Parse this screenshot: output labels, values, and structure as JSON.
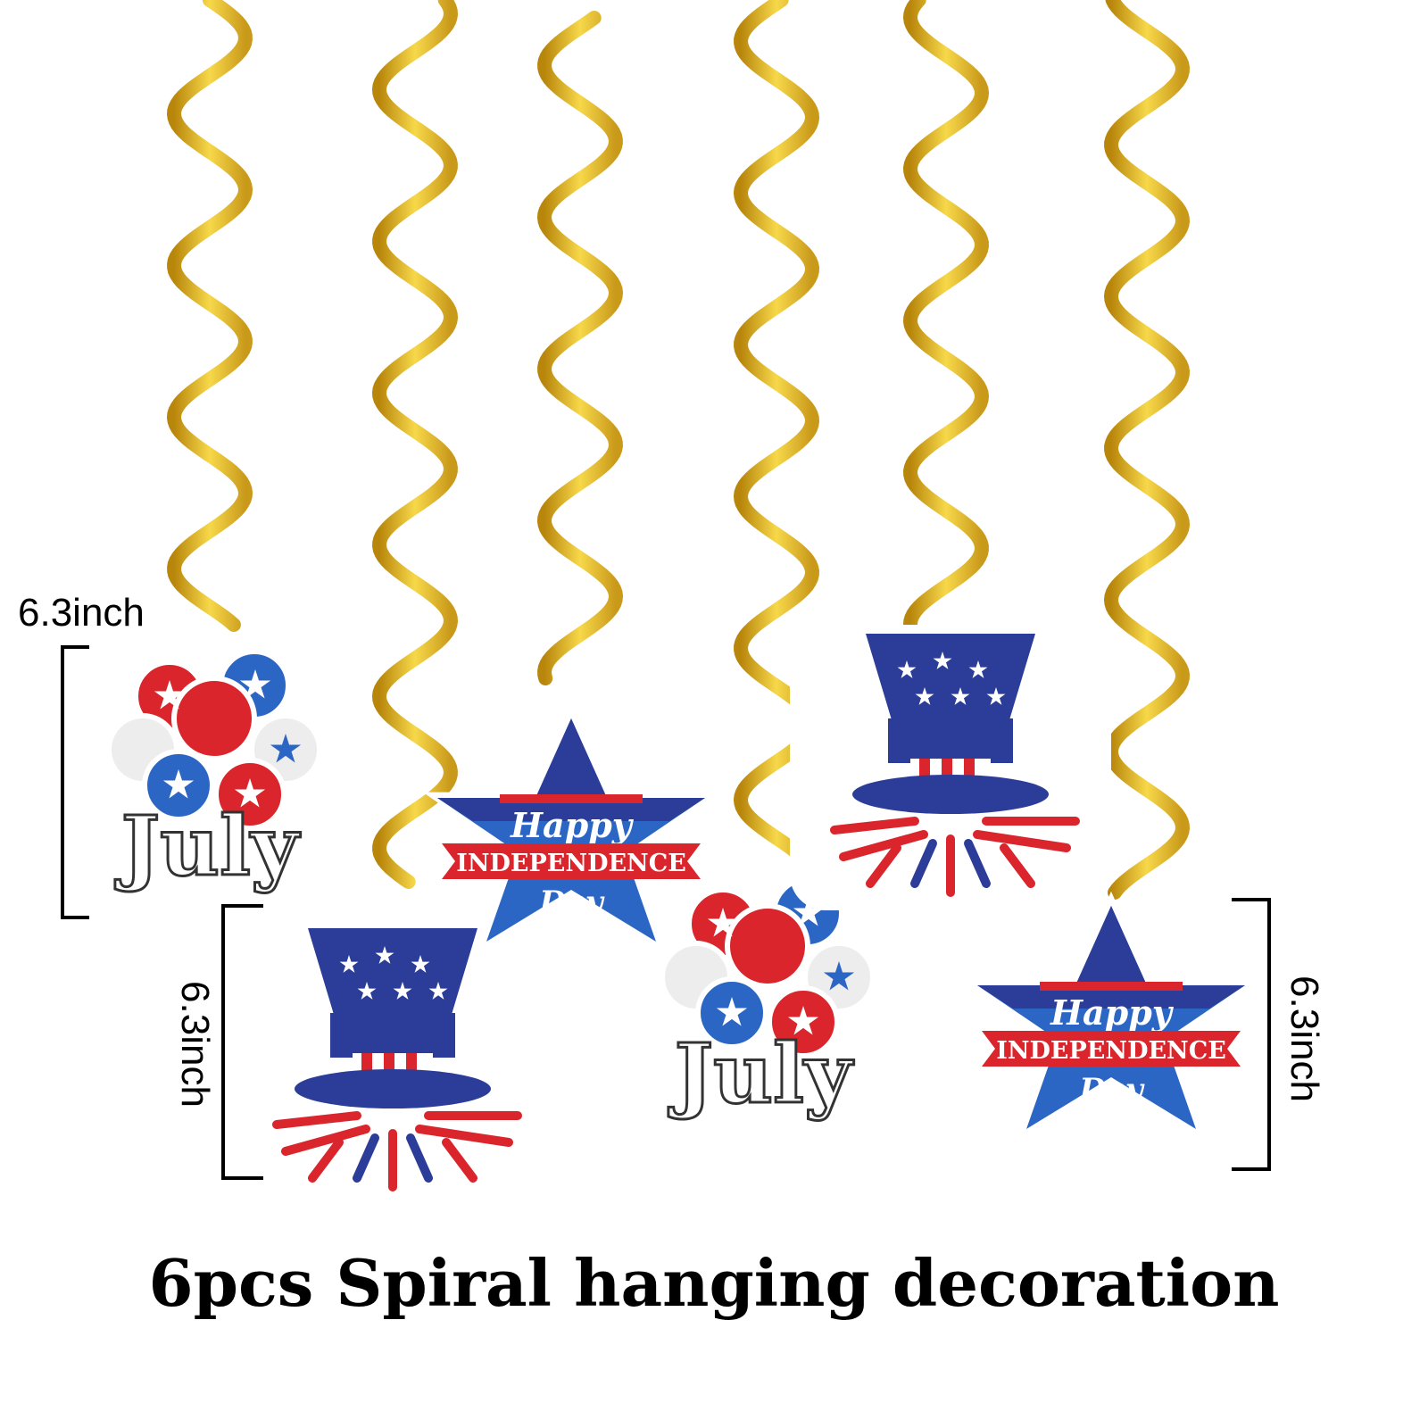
{
  "product": {
    "caption": "6pcs Spiral hanging decoration",
    "dimension_label": "6.3inch",
    "colors": {
      "gold": "#E8B923",
      "navy": "#2B3D98",
      "red": "#D9252B",
      "white": "#FFFFFF"
    }
  },
  "ornaments": [
    {
      "kind": "balloons-july",
      "text": "July"
    },
    {
      "kind": "top-hat"
    },
    {
      "kind": "star",
      "line1": "Happy",
      "line2": "INDEPENDENCE",
      "line3": "Day"
    },
    {
      "kind": "balloons-july",
      "text": "July"
    },
    {
      "kind": "top-hat"
    },
    {
      "kind": "star",
      "line1": "Happy",
      "line2": "INDEPENDENCE",
      "line3": "Day"
    }
  ]
}
